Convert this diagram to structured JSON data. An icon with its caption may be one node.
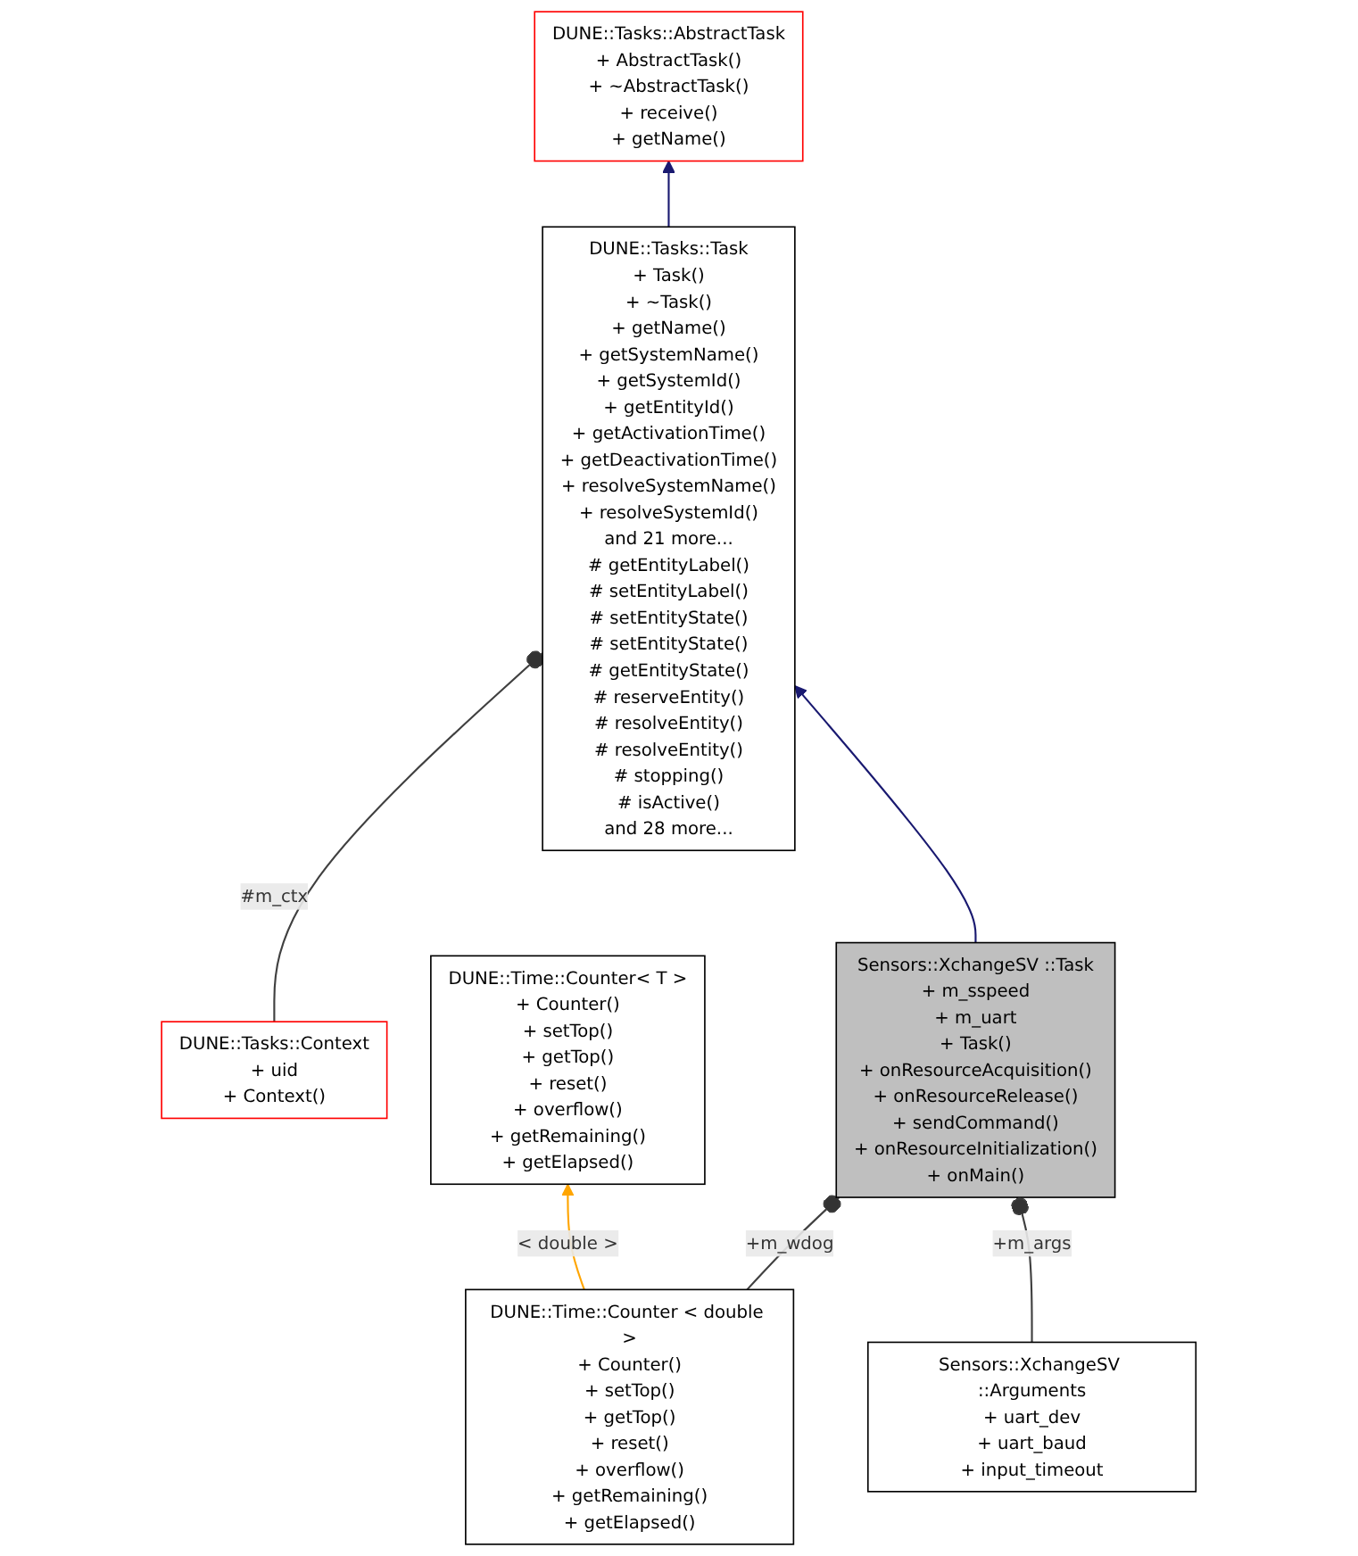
{
  "diagram": {
    "nodes": [
      {
        "text": [
          "DUNE::Tasks::AbstractTask",
          "+ AbstractTask()",
          "+ ~AbstractTask()",
          "+ receive()",
          "+ getName()"
        ]
      },
      {
        "text": [
          "DUNE::Tasks::Context",
          "+ uid",
          "+ Context()"
        ]
      },
      {
        "text": [
          "DUNE::Time::Counter< T >",
          "+ Counter()",
          "+ setTop()",
          "+ getTop()",
          "+ reset()",
          "+ overflow()",
          "+ getRemaining()",
          "+ getElapsed()"
        ]
      },
      {
        "text": [
          "DUNE::Tasks::Task",
          "+ Task()",
          "+ ~Task()",
          "+ getName()",
          "+ getSystemName()",
          "+ getSystemId()",
          "+ getEntityId()",
          "+ getActivationTime()",
          "+ getDeactivationTime()",
          "+ resolveSystemName()",
          "+ resolveSystemId()",
          "and 21 more...",
          "# getEntityLabel()",
          "# setEntityLabel()",
          "# setEntityState()",
          "# setEntityState()",
          "# getEntityState()",
          "# reserveEntity()",
          "# resolveEntity()",
          "# resolveEntity()",
          "# stopping()",
          "# isActive()",
          "and 28 more..."
        ]
      },
      {
        "text": [
          "DUNE::Time::Counter < double >",
          "+ Counter()",
          "+ setTop()",
          "+ getTop()",
          "+ reset()",
          "+ overflow()",
          "+ getRemaining()",
          "+ getElapsed()"
        ]
      },
      {
        "text": [
          "Sensors::XchangeSV ::Arguments",
          "+ uart_dev",
          "+ uart_baud",
          "+ input_timeout"
        ]
      },
      {
        "text": [
          "Sensors::XchangeSV ::Task",
          "+ m_sspeed",
          "+ m_uart",
          "+ Task()",
          "+ onResourceAcquisition()",
          "+ onResourceRelease()",
          "+ sendCommand()",
          "+ onResourceInitialization()",
          "+ onMain()"
        ]
      }
    ],
    "edges": [
      {
        "from": 3,
        "to": 0,
        "arrow": "to",
        "color": "#191970"
      },
      {
        "from": 1,
        "to": 3,
        "arrow": "other",
        "label": "#m_ctx"
      },
      {
        "from": 4,
        "to": 2,
        "arrow": "to",
        "label": "< double >",
        "color": "#ffa500"
      },
      {
        "from": 6,
        "to": 3,
        "arrow": "to",
        "color": "#191970"
      },
      {
        "from": 4,
        "to": 6,
        "arrow": "other",
        "label": "+m_wdog"
      },
      {
        "from": 5,
        "to": 6,
        "arrow": "other",
        "label": "+m_args"
      }
    ]
  }
}
